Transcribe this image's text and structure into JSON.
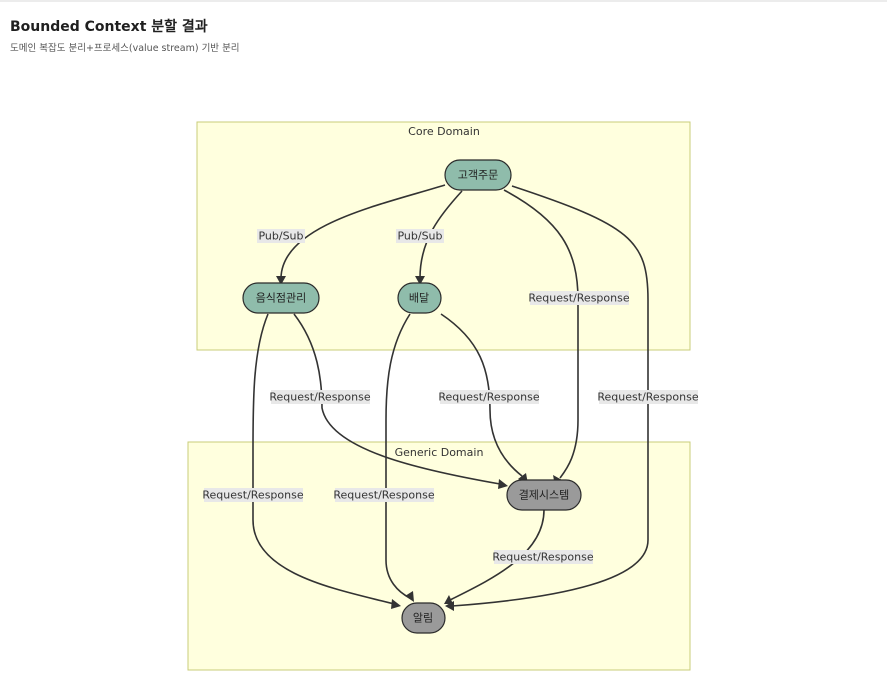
{
  "header": {
    "title": "Bounded Context 분할 결과",
    "subtitle": "도메인 복잡도 분리+프로세스(value stream) 기반 분리"
  },
  "diagram": {
    "clusters": {
      "core": {
        "title": "Core Domain"
      },
      "generic": {
        "title": "Generic Domain"
      }
    },
    "nodes": {
      "order": {
        "label": "고객주문",
        "domain": "core"
      },
      "restaurant": {
        "label": "음식점관리",
        "domain": "core"
      },
      "delivery": {
        "label": "배달",
        "domain": "core"
      },
      "payment": {
        "label": "결제시스템",
        "domain": "generic"
      },
      "notification": {
        "label": "알림",
        "domain": "generic"
      }
    },
    "edges": [
      {
        "from": "고객주문",
        "to": "음식점관리",
        "label": "Pub/Sub"
      },
      {
        "from": "고객주문",
        "to": "배달",
        "label": "Pub/Sub"
      },
      {
        "from": "고객주문",
        "to": "결제시스템",
        "label": "Request/Response"
      },
      {
        "from": "고객주문",
        "to": "알림",
        "label": "Request/Response"
      },
      {
        "from": "음식점관리",
        "to": "결제시스템",
        "label": "Request/Response"
      },
      {
        "from": "배달",
        "to": "결제시스템",
        "label": "Request/Response"
      },
      {
        "from": "음식점관리",
        "to": "알림",
        "label": "Request/Response"
      },
      {
        "from": "배달",
        "to": "알림",
        "label": "Request/Response"
      },
      {
        "from": "결제시스템",
        "to": "알림",
        "label": "Request/Response"
      }
    ],
    "colors": {
      "cluster_fill": "#ffffde",
      "cluster_border": "#c9cc7a",
      "core_node": "#8fbcab",
      "generic_node": "#9a9a9a",
      "edge": "#333333",
      "edge_label_bg": "#e8e8e8"
    }
  }
}
